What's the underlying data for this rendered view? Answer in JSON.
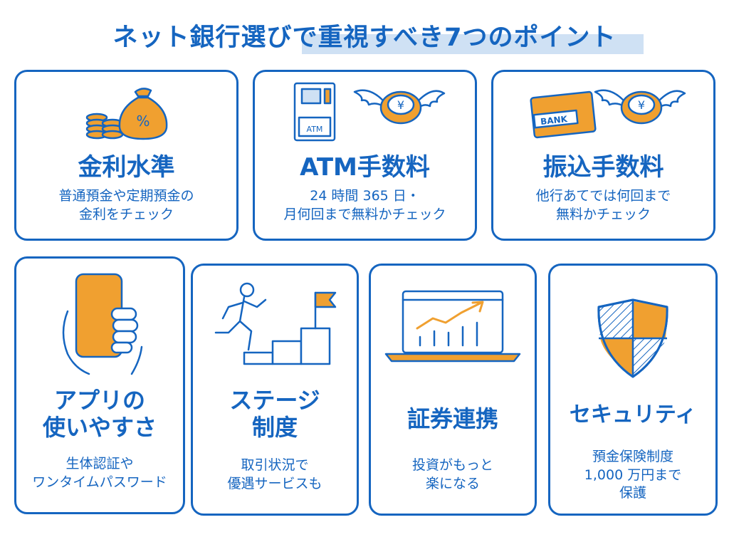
{
  "title": "ネット銀行選びで重視すべき7つのポイント",
  "colors": {
    "blue": "#1565c0",
    "orange": "#f0a030",
    "highlight": "#cfe1f4"
  },
  "cards": [
    {
      "icon": "money-bag-coins-icon",
      "icon_text": "%",
      "heading": [
        "金利水準"
      ],
      "desc": [
        "普通預金や定期預金の",
        "金利をチェック"
      ]
    },
    {
      "icon": "atm-flying-yen-icon",
      "icon_text": "ATM",
      "heading": [
        "ATM手数料"
      ],
      "desc": [
        "24 時間 365 日・",
        "月何回まで無料かチェック"
      ]
    },
    {
      "icon": "bank-card-flying-yen-icon",
      "icon_text": "BANK",
      "heading": [
        "振込手数料"
      ],
      "desc": [
        "他行あてでは何回まで",
        "無料かチェック"
      ]
    },
    {
      "icon": "smartphone-hand-icon",
      "heading": [
        "アプリの",
        "使いやすさ"
      ],
      "desc": [
        "生体認証や",
        "ワンタイムパスワード"
      ]
    },
    {
      "icon": "stairs-runner-flag-icon",
      "heading": [
        "ステージ",
        "制度"
      ],
      "desc": [
        "取引状況で",
        "優遇サービスも"
      ]
    },
    {
      "icon": "laptop-chart-icon",
      "heading": [
        "証券連携"
      ],
      "desc": [
        "投資がもっと",
        "楽になる"
      ]
    },
    {
      "icon": "security-shield-icon",
      "heading": [
        "セキュリティ"
      ],
      "desc": [
        "預金保険制度",
        "1,000 万円まで",
        "保護"
      ]
    }
  ]
}
